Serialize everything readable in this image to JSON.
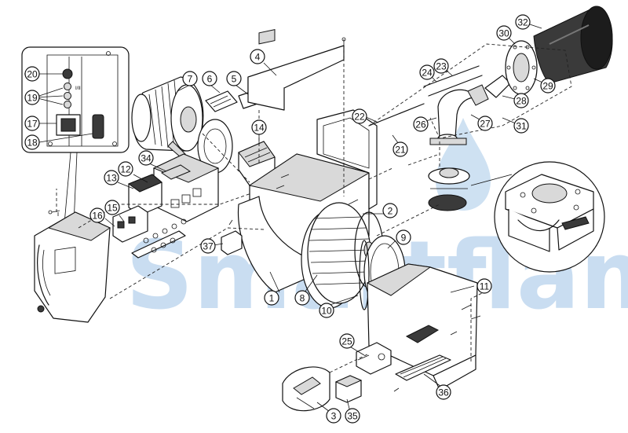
{
  "watermark": {
    "text": "Smartflam",
    "color": "#9ec3e6"
  },
  "panel_symbols": {
    "r1": "",
    "r2": "I/II",
    "r3": "",
    "r4": ""
  },
  "callouts": [
    {
      "id": "p1",
      "label": "1"
    },
    {
      "id": "p2",
      "label": "2"
    },
    {
      "id": "p3",
      "label": "3"
    },
    {
      "id": "p4",
      "label": "4"
    },
    {
      "id": "p5",
      "label": "5"
    },
    {
      "id": "p6",
      "label": "6"
    },
    {
      "id": "p7",
      "label": "7"
    },
    {
      "id": "p8",
      "label": "8"
    },
    {
      "id": "p9",
      "label": "9"
    },
    {
      "id": "p10",
      "label": "10"
    },
    {
      "id": "p11",
      "label": "11"
    },
    {
      "id": "p12",
      "label": "12"
    },
    {
      "id": "p13",
      "label": "13"
    },
    {
      "id": "p14",
      "label": "14"
    },
    {
      "id": "p15",
      "label": "15"
    },
    {
      "id": "p16",
      "label": "16"
    },
    {
      "id": "p17",
      "label": "17"
    },
    {
      "id": "p18",
      "label": "18"
    },
    {
      "id": "p19",
      "label": "19"
    },
    {
      "id": "p20",
      "label": "20"
    },
    {
      "id": "p21",
      "label": "21"
    },
    {
      "id": "p22",
      "label": "22"
    },
    {
      "id": "p23",
      "label": "23"
    },
    {
      "id": "p24",
      "label": "24"
    },
    {
      "id": "p25",
      "label": "25"
    },
    {
      "id": "p26",
      "label": "26"
    },
    {
      "id": "p27",
      "label": "27"
    },
    {
      "id": "p28",
      "label": "28"
    },
    {
      "id": "p29",
      "label": "29"
    },
    {
      "id": "p30",
      "label": "30"
    },
    {
      "id": "p31",
      "label": "31"
    },
    {
      "id": "p32",
      "label": "32"
    },
    {
      "id": "p34",
      "label": "34"
    },
    {
      "id": "p35",
      "label": "35"
    },
    {
      "id": "p36",
      "label": "36"
    },
    {
      "id": "p37",
      "label": "37"
    }
  ]
}
